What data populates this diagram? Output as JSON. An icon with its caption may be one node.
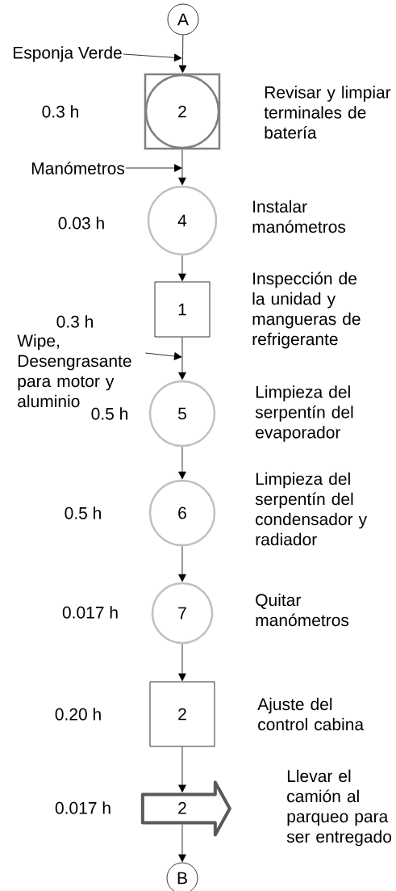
{
  "diagram": {
    "nodes": [
      {
        "text": [
          "A"
        ]
      },
      {
        "text": [
          "Esponja Verde"
        ]
      },
      {
        "text": [
          "2"
        ],
        "beside": [
          "Revisar y limpiar terminales de batería"
        ]
      },
      {
        "text": [
          "Manómetros"
        ]
      },
      {
        "text": [
          "4"
        ],
        "beside": [
          "0.03 h",
          "Instalar manómetros"
        ]
      },
      {
        "text": [
          "1"
        ],
        "beside": [
          "Inspección de la unidad y mangueras de refrigerante"
        ]
      },
      {
        "text": [
          "Wipe, Desengrasante para motor y aluminio"
        ]
      },
      {
        "text": [
          "5"
        ],
        "beside": [
          "Limpieza del serpentín del evaporador"
        ]
      },
      {
        "text": [
          "6"
        ],
        "beside": [
          "0.5 h",
          "Limpieza del serpentín del condensador y radiador"
        ]
      },
      {
        "text": [
          "7"
        ],
        "beside": [
          "0.017 h",
          "Quitar manómetros"
        ]
      },
      {
        "text": [
          "2"
        ],
        "beside": [
          "0.20 h",
          "Ajuste del control cabina"
        ]
      },
      {
        "text": [
          "2"
        ],
        "beside": [
          "0.017 h"
        ]
      },
      {
        "text": [
          "B"
        ]
      }
    ],
    "edges": [
      {
        "from": 0,
        "to": 2,
        "arrow": "to"
      },
      {
        "from": 1,
        "to": null,
        "arrow": "to"
      },
      {
        "from": 2,
        "to": 4,
        "arrow": "to"
      },
      {
        "from": 3,
        "to": null,
        "arrow": "to"
      },
      {
        "from": 4,
        "to": 5,
        "arrow": "to"
      },
      {
        "from": 6,
        "to": null,
        "arrow": "to"
      },
      {
        "from": 5,
        "to": 7,
        "arrow": "to"
      },
      {
        "from": 7,
        "to": 8,
        "arrow": "to"
      },
      {
        "from": 8,
        "to": 9,
        "arrow": "to"
      },
      {
        "from": 9,
        "to": 10,
        "arrow": "to"
      },
      {
        "from": 10,
        "to": 11,
        "arrow": "to"
      },
      {
        "from": 11,
        "to": 12,
        "arrow": "to"
      }
    ],
    "labels": [
      "0.3 h",
      "0.3 h",
      "0.5 h",
      "Llevar el camión al parqueo para ser entregado"
    ]
  }
}
